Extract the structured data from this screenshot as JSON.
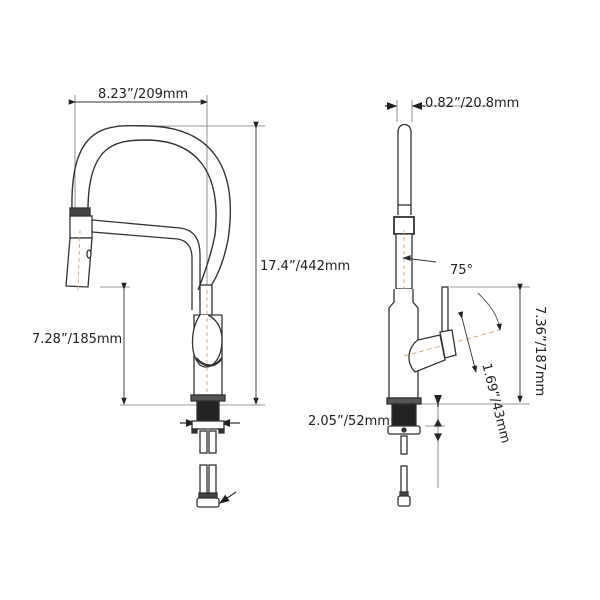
{
  "diagram": {
    "subject": "Pull-down kitchen faucet dimension drawing",
    "views": [
      "front-view",
      "side-view"
    ],
    "dimensions": {
      "spout_reach": "8.23”/209mm",
      "total_height": "17.4”/442mm",
      "spout_clearance": "7.28”/185mm",
      "spout_diameter": "0.82”/20.8mm",
      "handle_angle": "75°",
      "handle_height": "7.36”/187mm",
      "handle_length": "1.69”/43mm",
      "max_deck_thickness": "2.05”/52mm"
    },
    "colors": {
      "line": "#333333",
      "dim_line": "#555555",
      "fill_dark": "#2a2a2a",
      "background": "#ffffff"
    }
  }
}
